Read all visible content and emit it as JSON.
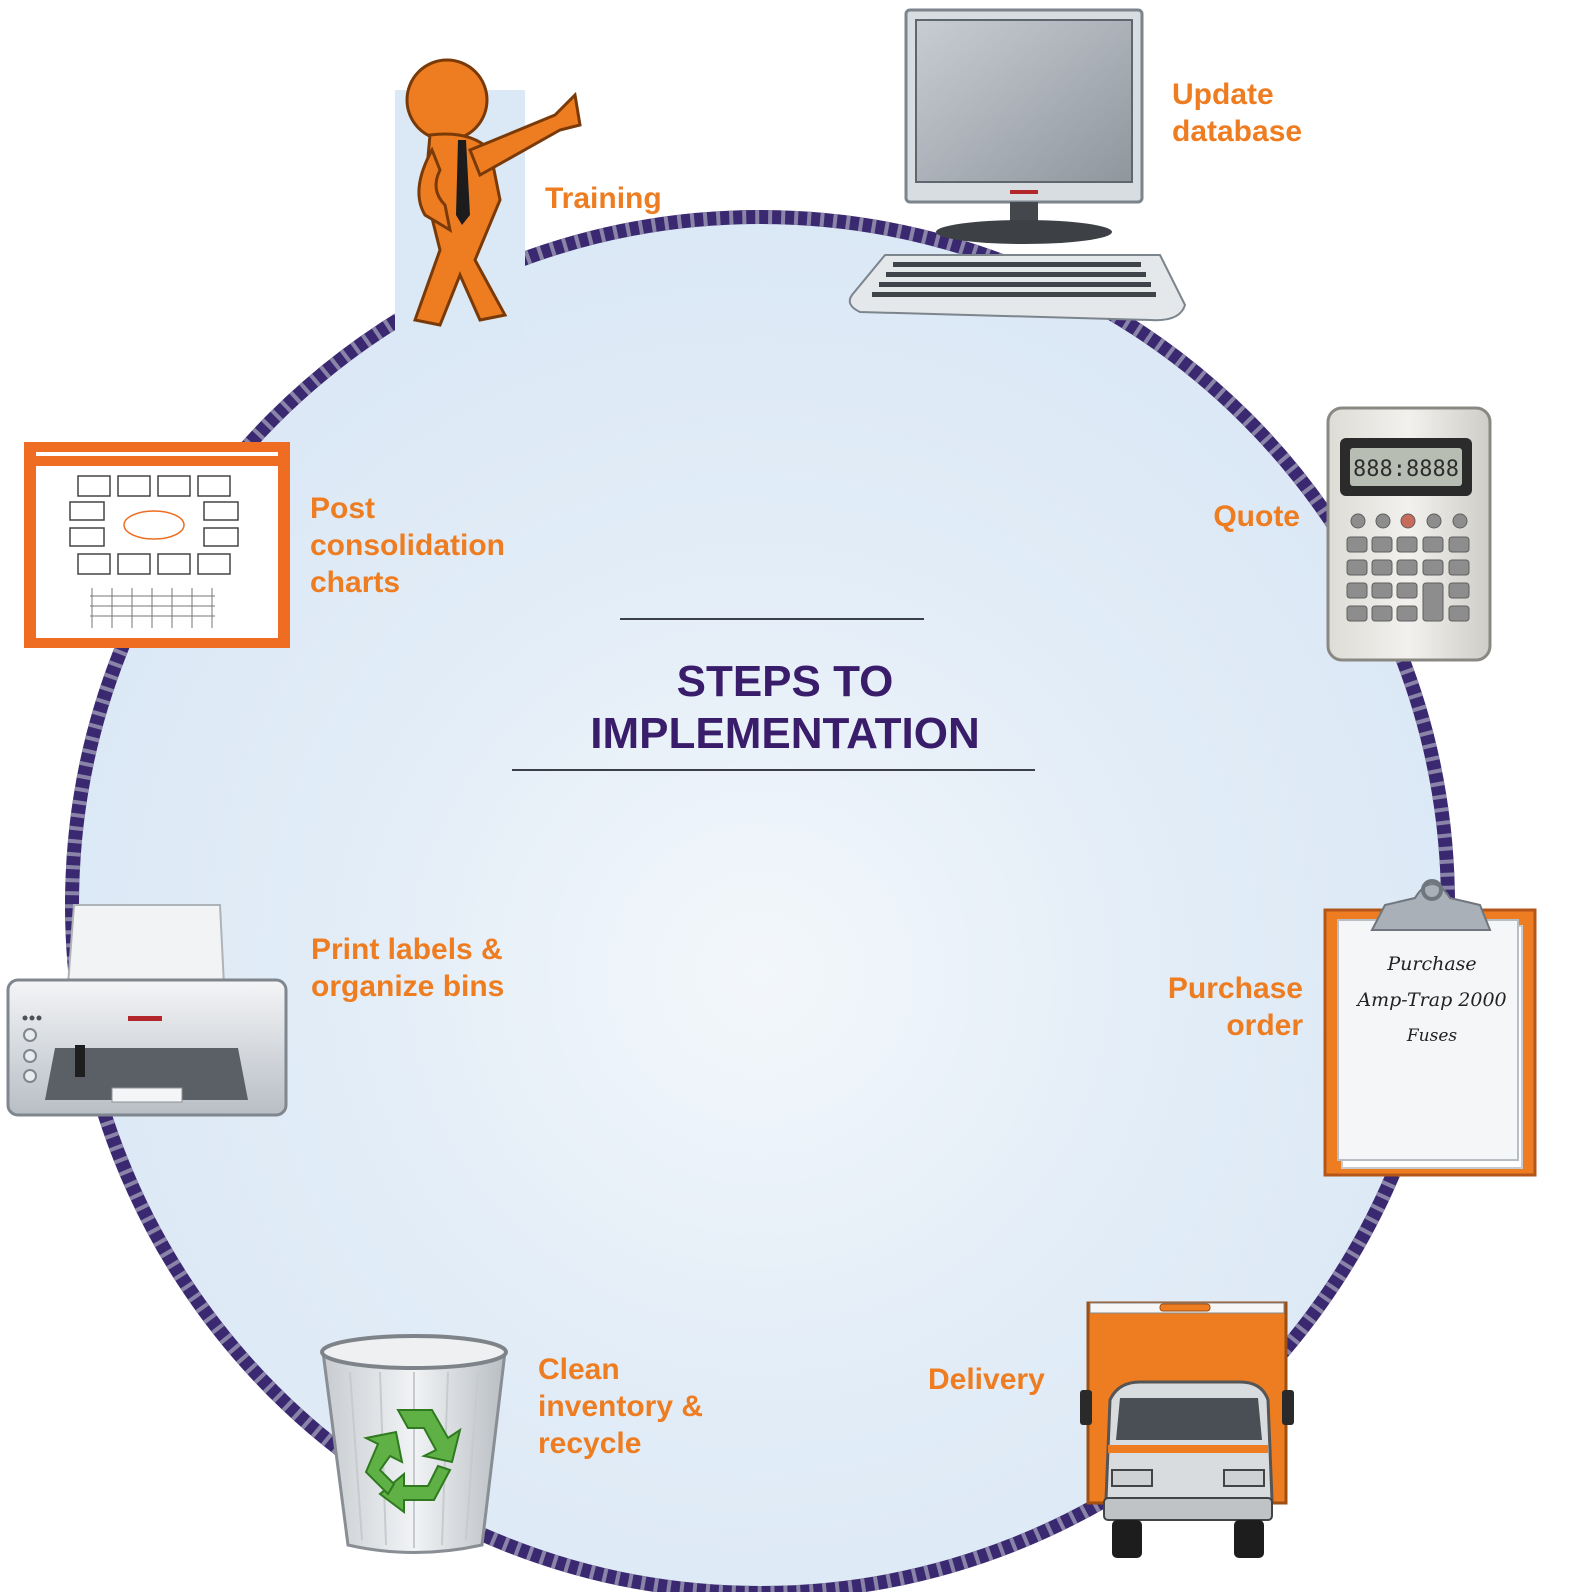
{
  "title": {
    "line1": "STEPS TO",
    "line2": "IMPLEMENTATION"
  },
  "steps": [
    {
      "id": "training",
      "lines": [
        "Training"
      ],
      "icon": "pointing-person-icon"
    },
    {
      "id": "update-database",
      "lines": [
        "Update",
        "database"
      ],
      "icon": "computer-icon"
    },
    {
      "id": "quote",
      "lines": [
        "Quote"
      ],
      "icon": "calculator-icon"
    },
    {
      "id": "purchase-order",
      "lines": [
        "Purchase",
        "order"
      ],
      "icon": "clipboard-icon"
    },
    {
      "id": "delivery",
      "lines": [
        "Delivery"
      ],
      "icon": "truck-icon"
    },
    {
      "id": "clean-inventory",
      "lines": [
        "Clean",
        "inventory &",
        "recycle"
      ],
      "icon": "recycle-bin-icon"
    },
    {
      "id": "print-labels",
      "lines": [
        "Print labels &",
        "organize bins"
      ],
      "icon": "printer-icon"
    },
    {
      "id": "post-charts",
      "lines": [
        "Post",
        "consolidation",
        "charts"
      ],
      "icon": "consolidation-chart-icon"
    }
  ],
  "calculator": {
    "display": "888:8888"
  },
  "clipboard": {
    "lines": [
      "Purchase",
      "Amp-Trap 2000",
      "Fuses"
    ]
  },
  "colors": {
    "accent": "#ee7d22",
    "title": "#3a1d6a",
    "ring": "#3a2870"
  }
}
